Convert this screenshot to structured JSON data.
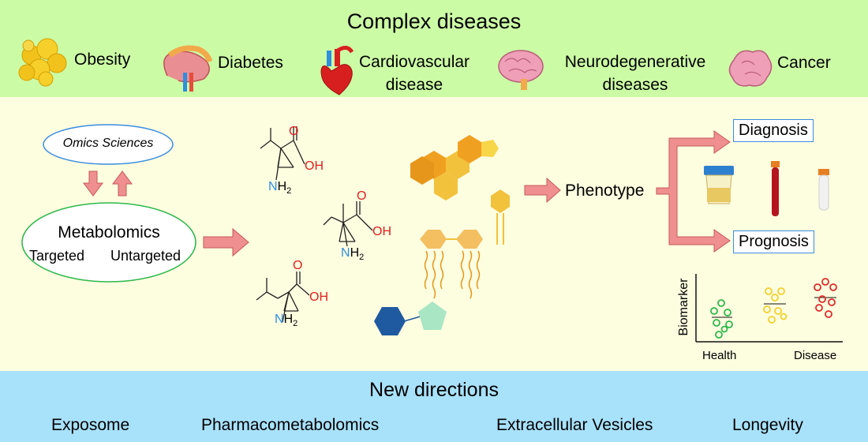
{
  "colors": {
    "top_band": "#ccfba5",
    "middle_band": "#fdfde0",
    "bottom_band": "#a8e1fa",
    "arrow_fill": "#ef8f8f",
    "arrow_stroke": "#c55a5a",
    "atom_oxygen": "#e02020",
    "atom_nitrogen": "#2f8ee0",
    "health_dots": "#2db84a",
    "middle_dots": "#f2d02a",
    "disease_dots": "#e02a2a"
  },
  "header": {
    "title": "Complex diseases",
    "diseases": [
      {
        "label": "Obesity",
        "icon": "fat-cells-icon"
      },
      {
        "label": "Diabetes",
        "icon": "pancreas-icon"
      },
      {
        "label_line1": "Cardiovascular",
        "label_line2": "disease",
        "icon": "heart-icon"
      },
      {
        "label_line1": "Neurodegenerative",
        "label_line2": "diseases",
        "icon": "brain-icon"
      },
      {
        "label": "Cancer",
        "icon": "tumor-icon"
      }
    ]
  },
  "middle": {
    "omics": "Omics Sciences",
    "metabolomics": "Metabolomics",
    "targeted": "Targeted",
    "untargeted": "Untargeted",
    "molecule_labels": {
      "oxygen": "O",
      "hydroxyl": "OH",
      "nitrogen": "N",
      "amine_suffix": "H",
      "subscript": "2"
    },
    "phenotype": "Phenotype",
    "diagnosis": "Diagnosis",
    "prognosis": "Prognosis",
    "plot": {
      "ylabel": "Biomarker",
      "x_left": "Health",
      "x_right": "Disease"
    }
  },
  "footer": {
    "title": "New directions",
    "items": [
      "Exposome",
      "Pharmacometabolomics",
      "Extracellular Vesicles",
      "Longevity"
    ]
  }
}
